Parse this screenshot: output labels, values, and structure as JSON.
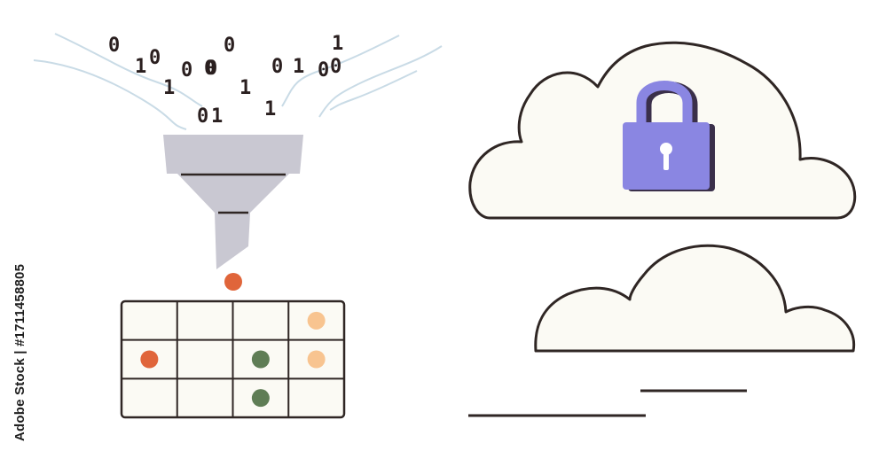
{
  "binary_stream": {
    "bits": [
      "0",
      "1",
      "0",
      "1",
      "0",
      "0",
      "0",
      "1",
      "1",
      "0",
      "1",
      "0",
      "1",
      "0",
      "1",
      "0",
      "0"
    ]
  },
  "stock_id_text": "Adobe Stock | #1711458805",
  "grid": {
    "rows": 3,
    "cols": 4,
    "dots": [
      {
        "row": 0,
        "col": 3,
        "color": "#f8c490"
      },
      {
        "row": 1,
        "col": 0,
        "color": "#e0653a"
      },
      {
        "row": 1,
        "col": 2,
        "color": "#5f7d55"
      },
      {
        "row": 1,
        "col": 3,
        "color": "#f8c490"
      },
      {
        "row": 2,
        "col": 2,
        "color": "#5f7d55"
      }
    ]
  },
  "colors": {
    "outline": "#2f2624",
    "funnel": "#c9c8d2",
    "grid_fill": "#fbfaf4",
    "cloud_fill": "#fbfaf4",
    "lock": "#8a86e2",
    "lock_shadow": "#3a2f4a",
    "falling_dot": "#e0653a",
    "wave": "#c9dbe6"
  }
}
